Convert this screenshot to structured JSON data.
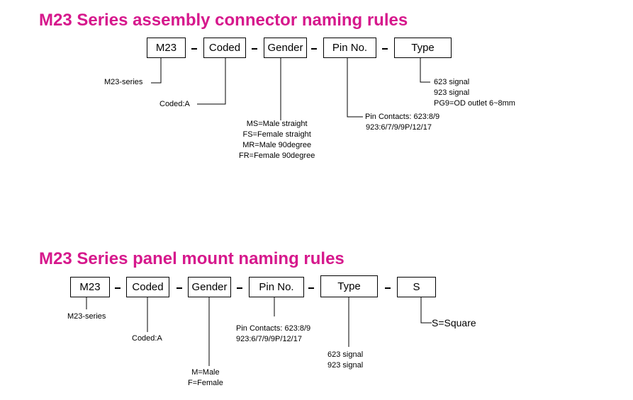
{
  "accent_color": "#d6188c",
  "assembly": {
    "title": "M23 Series assembly connector naming rules",
    "boxes": [
      "M23",
      "Coded",
      "Gender",
      "Pin No.",
      "Type"
    ],
    "labels": {
      "series": "M23-series",
      "coded": "Coded:A",
      "gender": [
        "MS=Male straight",
        "FS=Female straight",
        "MR=Male 90degree",
        "FR=Female 90degree"
      ],
      "pin": [
        "Pin Contacts: 623:8/9",
        "923:6/7/9/9P/12/17"
      ],
      "type": [
        "623 signal",
        "923 signal",
        "PG9=OD outlet 6~8mm"
      ]
    }
  },
  "panel": {
    "title": "M23 Series panel mount naming rules",
    "boxes": [
      "M23",
      "Coded",
      "Gender",
      "Pin No.",
      "Type",
      "S"
    ],
    "labels": {
      "series": "M23-series",
      "coded": "Coded:A",
      "gender": [
        "M=Male",
        "F=Female"
      ],
      "pin": [
        "Pin Contacts: 623:8/9",
        "923:6/7/9/9P/12/17"
      ],
      "type": [
        "623 signal",
        "923 signal"
      ],
      "shape": "S=Square"
    }
  }
}
